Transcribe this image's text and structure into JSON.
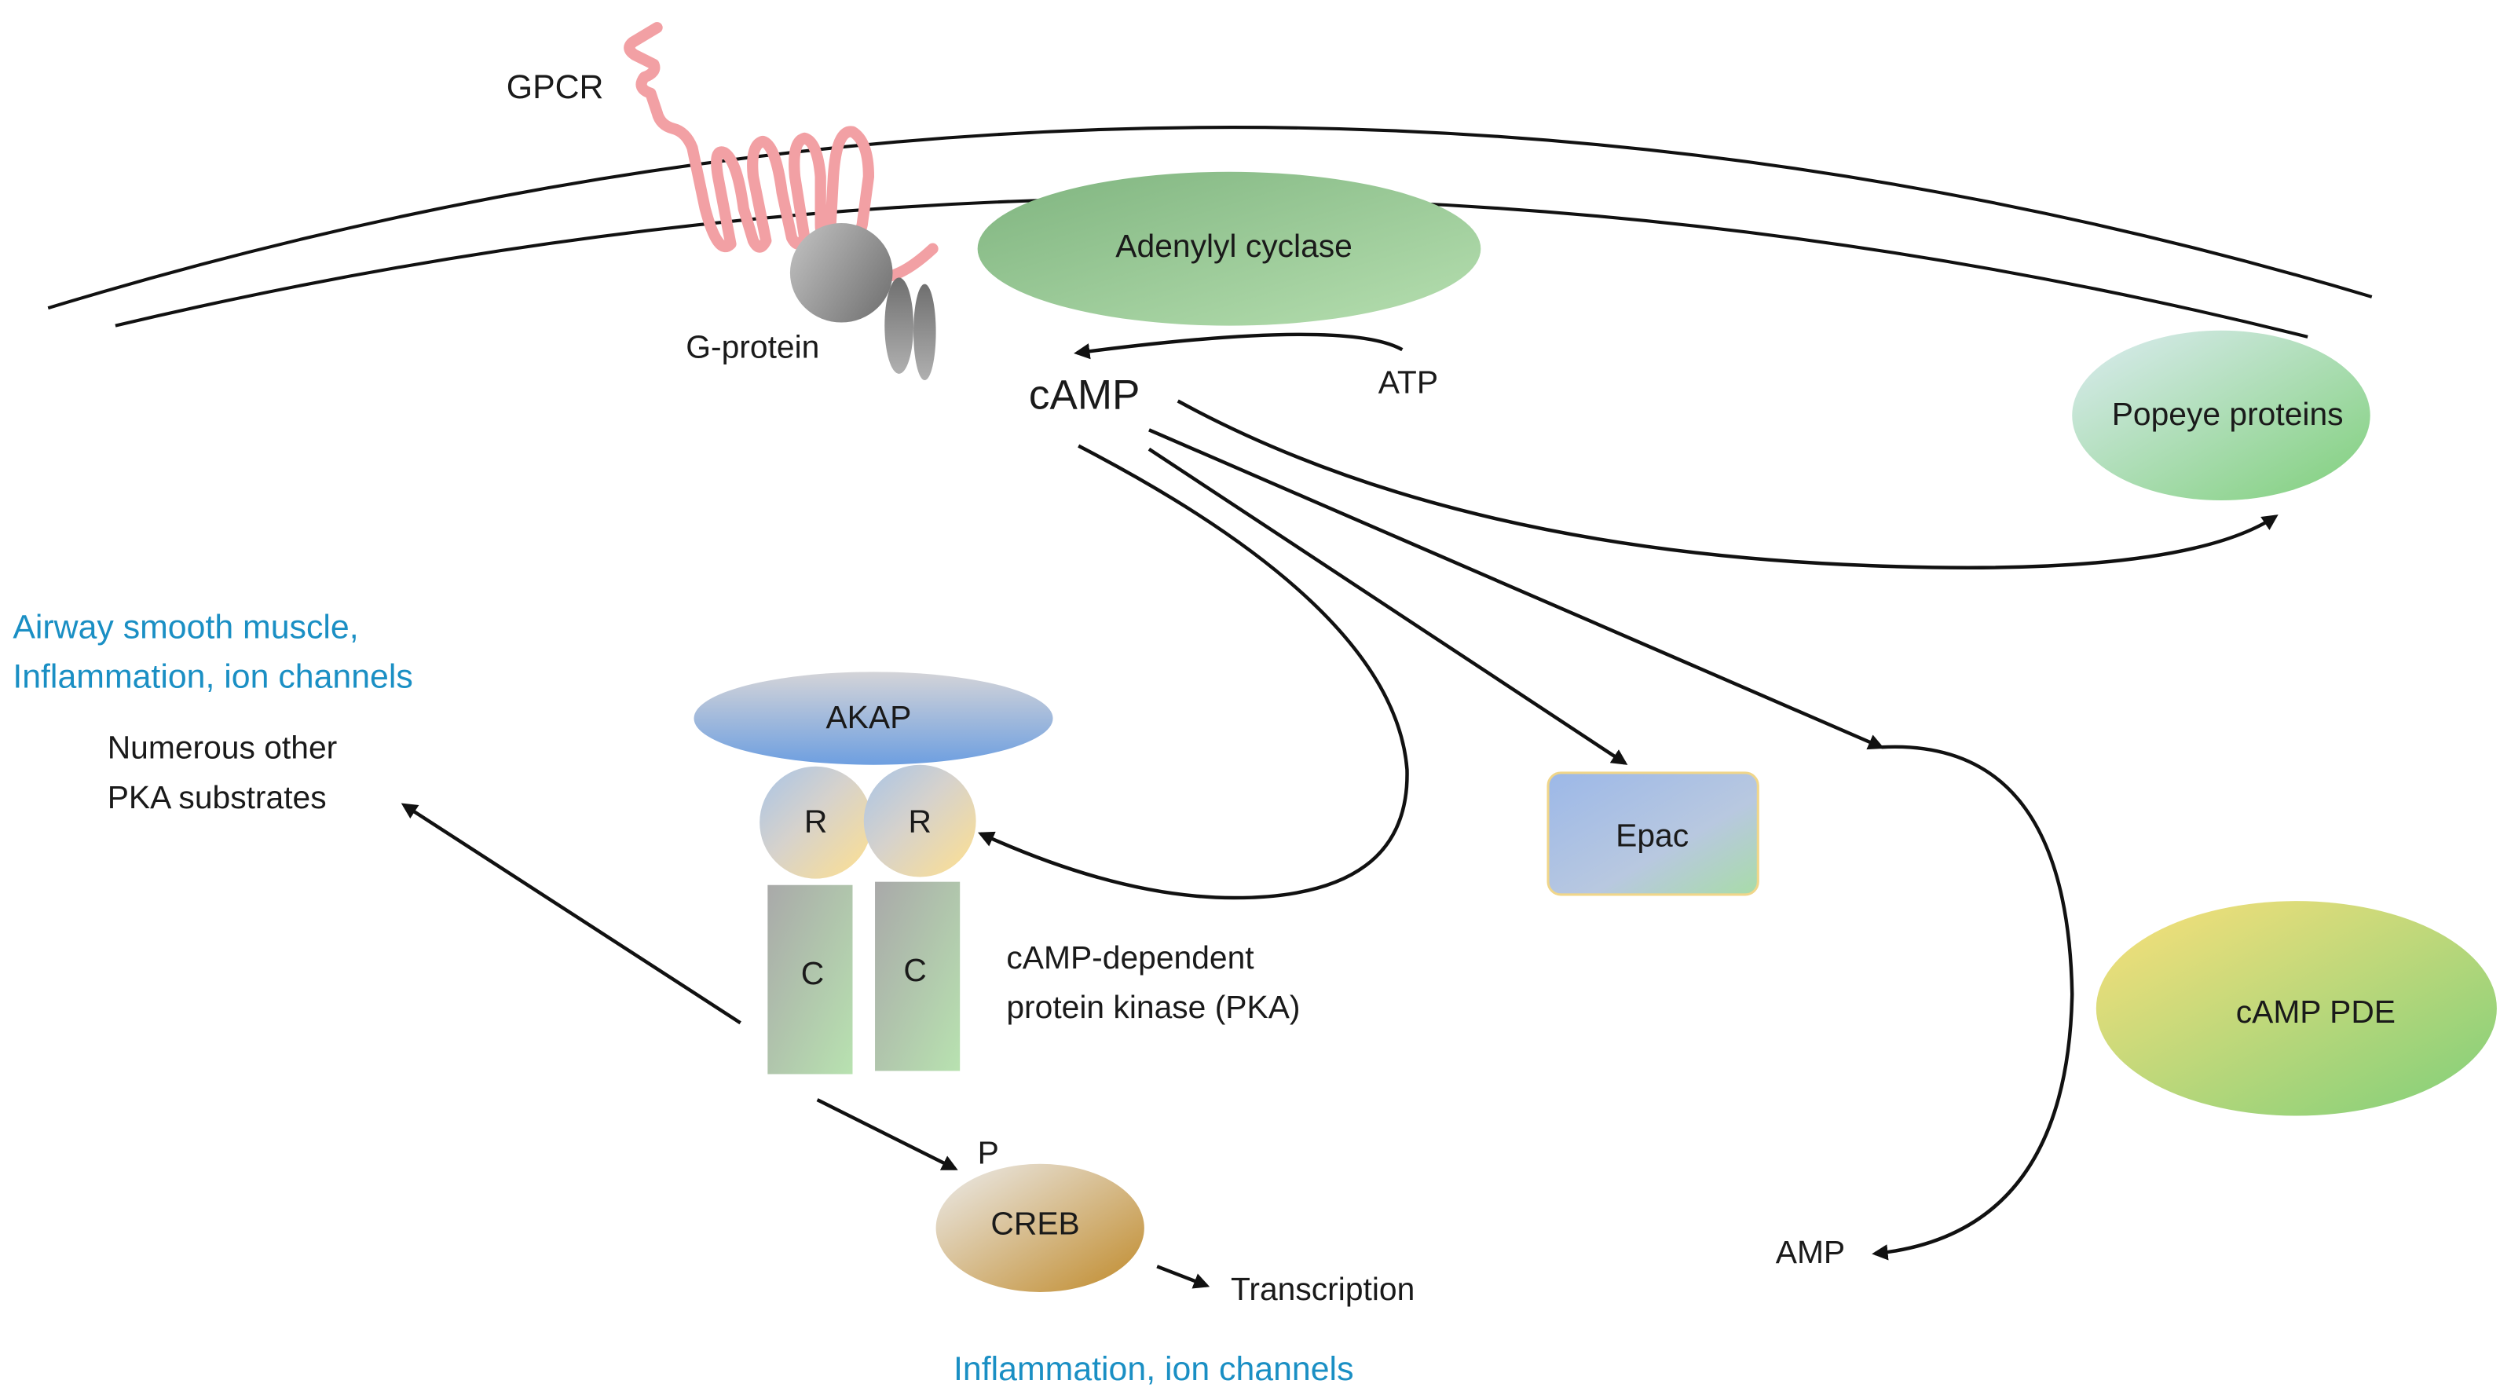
{
  "labels": {
    "gpcr": "GPCR",
    "g_protein": "G-protein",
    "adenylyl_cyclase": "Adenylyl cyclase",
    "atp": "ATP",
    "camp": "cAMP",
    "popeye": "Popeye proteins",
    "airway_line1": "Airway smooth muscle,",
    "airway_line2": "Inflammation, ion channels",
    "substrates_line1": "Numerous other",
    "substrates_line2": "PKA substrates",
    "akap": "AKAP",
    "r1": "R",
    "r2": "R",
    "c1": "C",
    "c2": "C",
    "pka_line1": "cAMP-dependent",
    "pka_line2": "protein kinase (PKA)",
    "epac": "Epac",
    "camp_pde": "cAMP PDE",
    "amp": "AMP",
    "p": "P",
    "creb": "CREB",
    "transcription": "Transcription",
    "creb_effects": "Inflammation, ion channels"
  },
  "colors": {
    "gpcr": "#f2a0a4",
    "effect_text": "#1a8fc4",
    "adenylyl_cyclase": "#8fc48f",
    "akap": "#7aa6de"
  }
}
